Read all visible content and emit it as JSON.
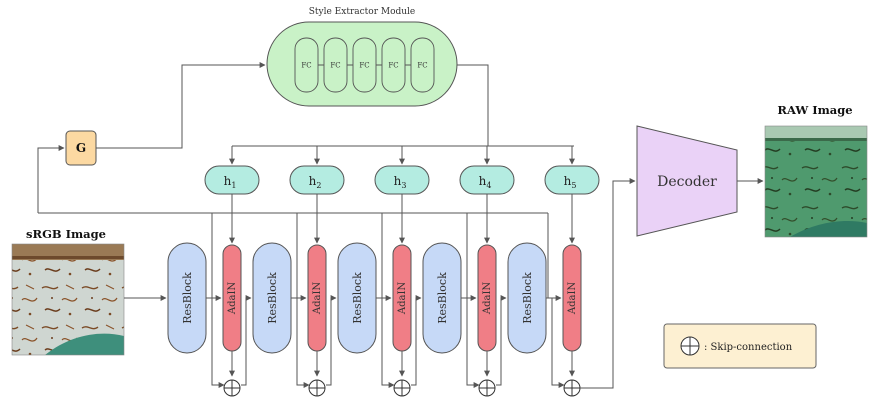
{
  "style_module": {
    "title": "Style Extractor Module",
    "fc_labels": [
      "FC",
      "FC",
      "FC",
      "FC",
      "FC"
    ]
  },
  "g_block": {
    "label": "G"
  },
  "style_codes": [
    {
      "base": "h",
      "sub": "1"
    },
    {
      "base": "h",
      "sub": "2"
    },
    {
      "base": "h",
      "sub": "3"
    },
    {
      "base": "h",
      "sub": "4"
    },
    {
      "base": "h",
      "sub": "5"
    }
  ],
  "stages": [
    {
      "resblock": "ResBlock",
      "adain": "AdaIN"
    },
    {
      "resblock": "ResBlock",
      "adain": "AdaIN"
    },
    {
      "resblock": "ResBlock",
      "adain": "AdaIN"
    },
    {
      "resblock": "ResBlock",
      "adain": "AdaIN"
    },
    {
      "resblock": "ResBlock",
      "adain": "AdaIN"
    }
  ],
  "decoder": {
    "label": "Decoder"
  },
  "input_image": {
    "title": "sRGB Image"
  },
  "output_image": {
    "title": "RAW Image"
  },
  "legend": {
    "symbol": "⊕",
    "text": ": Skip-connection"
  },
  "colors": {
    "style_module_fill": "#c9f2c7",
    "g_fill": "#fcd9a2",
    "h_fill": "#b4ece1",
    "resblock_fill": "#c6d9f7",
    "adain_fill": "#f07e86",
    "decoder_fill": "#ead2f7",
    "legend_fill": "#fdf0d2"
  }
}
